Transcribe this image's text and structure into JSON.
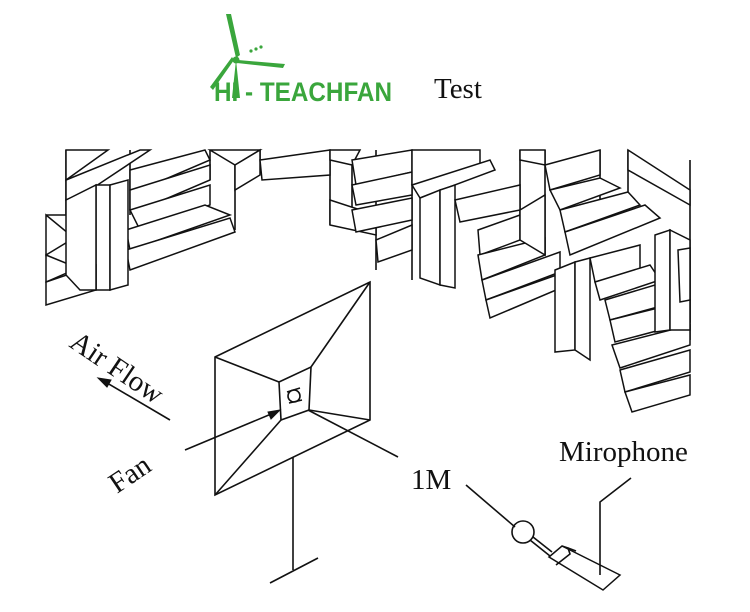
{
  "logo": {
    "text": "HI - TEACHFAN",
    "color": "#3aa63c",
    "icon": "wind-turbine-icon"
  },
  "header": {
    "title": "Test"
  },
  "labels": {
    "air_flow": "Air Flow",
    "fan": "Fan",
    "distance": "1M",
    "microphone": "Mirophone"
  },
  "colors": {
    "line": "#111111",
    "background": "#ffffff",
    "brand_green": "#3aa63c"
  }
}
